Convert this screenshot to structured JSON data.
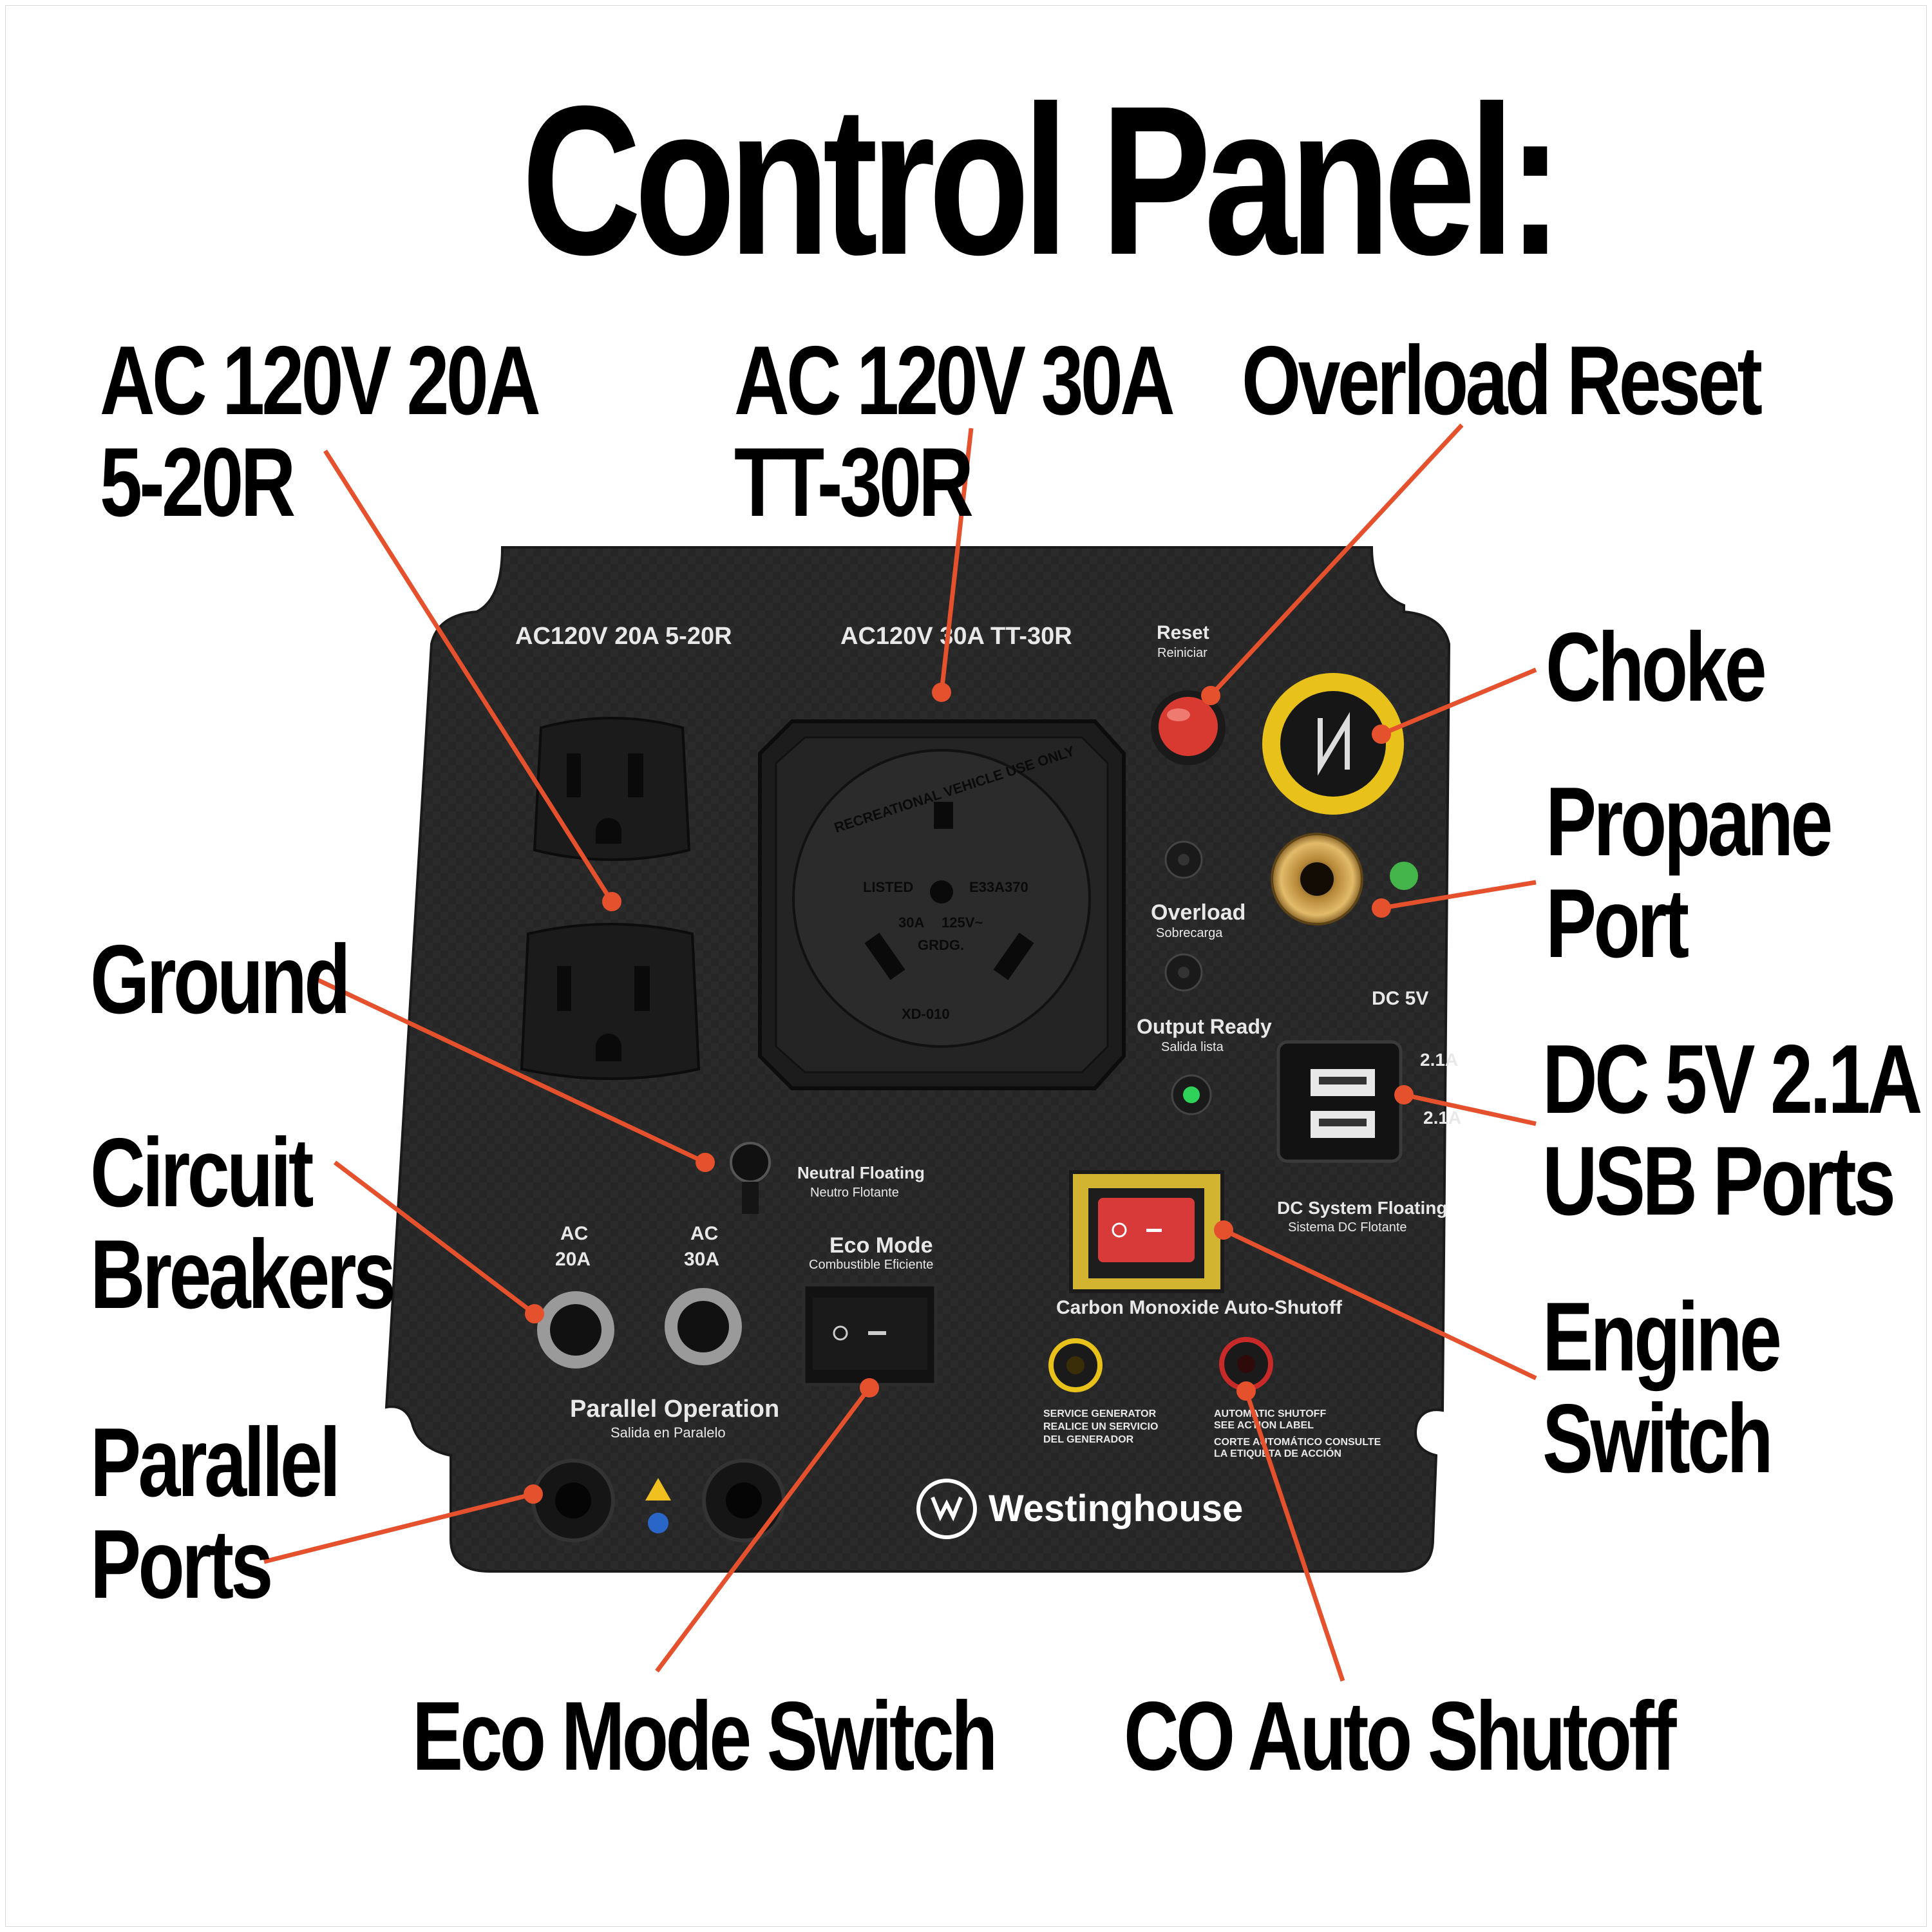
{
  "title": "Control Panel:",
  "callouts": {
    "ac20": [
      "AC 120V 20A",
      "5-20R"
    ],
    "ac30": [
      "AC 120V 30A",
      "TT-30R"
    ],
    "reset": [
      "Overload Reset"
    ],
    "choke": [
      "Choke"
    ],
    "propane": [
      "Propane",
      "Port"
    ],
    "ground": [
      "Ground"
    ],
    "usb": [
      "DC 5V 2.1A",
      "USB Ports"
    ],
    "breakers": [
      "Circuit",
      "Breakers"
    ],
    "engine": [
      "Engine",
      "Switch"
    ],
    "parallel": [
      "Parallel",
      "Ports"
    ],
    "eco": [
      "Eco Mode Switch"
    ],
    "co": [
      "CO Auto Shutoff"
    ]
  },
  "panel": {
    "label_ac20": "AC120V 20A 5-20R",
    "label_ac30": "AC120V 30A TT-30R",
    "reset": "Reset",
    "reset_es": "Reiniciar",
    "overload": "Overload",
    "overload_es": "Sobrecarga",
    "output_ready": "Output Ready",
    "output_ready_es": "Salida lista",
    "dc5v": "DC 5V",
    "usb_a1": "2.1A",
    "usb_a2": "2.1A",
    "neutral": "Neutral Floating",
    "neutral_es": "Neutro Flotante",
    "breaker_20": [
      "AC",
      "20A"
    ],
    "breaker_30": [
      "AC",
      "30A"
    ],
    "eco_mode": "Eco Mode",
    "eco_mode_es": "Combustible Eficiente",
    "dc_floating": "DC System Floating",
    "dc_floating_es": "Sistema DC Flotante",
    "co_shutoff": "Carbon Monoxide Auto-Shutoff",
    "parallel_op": "Parallel Operation",
    "parallel_op_es": "Salida en Paralelo",
    "service": [
      "SERVICE GENERATOR",
      "REALICE UN SERVICIO",
      "DEL GENERADOR"
    ],
    "auto_shutoff": [
      "AUTOMATIC SHUTOFF",
      "SEE ACTION LABEL",
      "CORTE AUTOMÁTICO CONSULTE",
      "LA ETIQUETA DE ACCIÓN"
    ],
    "brand": "Westinghouse",
    "tt30_text": [
      "RECREATIONAL VEHICLE USE ONLY",
      "LISTED",
      "E33A370",
      "30A",
      "125V~",
      "GRDG.",
      "XD-010"
    ]
  },
  "colors": {
    "leader": "#e5502d",
    "panel": "#2a2a2a",
    "reset_button": "#d83a32",
    "choke_ring": "#e8c21a",
    "led_green": "#2fd35a"
  }
}
